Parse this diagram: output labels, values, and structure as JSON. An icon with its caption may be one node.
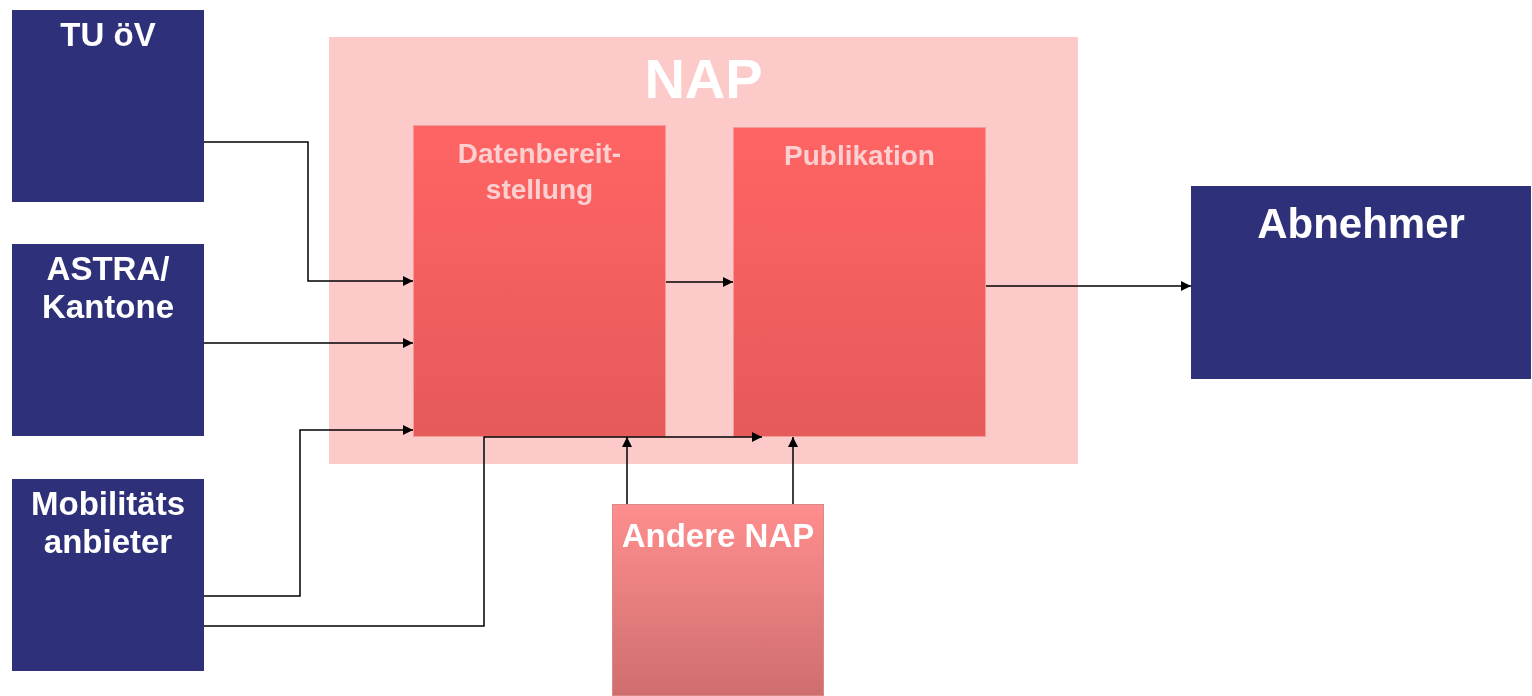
{
  "diagram": {
    "nodes": [
      {
        "text": [
          "TU öV"
        ]
      },
      {
        "text": [
          "ASTRA/ Kantone"
        ]
      },
      {
        "text": [
          "Mobilitäts anbieter"
        ]
      },
      {
        "text": [
          "NAP"
        ]
      },
      {
        "text": [
          "Datenbereit- stellung"
        ],
        "in": 3
      },
      {
        "text": [
          "Publikation"
        ],
        "in": 3
      },
      {
        "text": [
          "Abnehmer"
        ]
      },
      {
        "text": [
          "Andere NAP"
        ]
      }
    ],
    "edges": [
      {
        "from": 0,
        "to": 4,
        "arrow": "to"
      },
      {
        "from": 1,
        "to": 4,
        "arrow": "to"
      },
      {
        "from": 2,
        "to": 4,
        "arrow": "to"
      },
      {
        "from": 2,
        "to": 5,
        "arrow": "to"
      },
      {
        "from": 4,
        "to": 5,
        "arrow": "to"
      },
      {
        "from": 5,
        "to": 6,
        "arrow": "to"
      },
      {
        "from": 7,
        "to": 4,
        "arrow": "to"
      },
      {
        "from": 7,
        "to": 5,
        "arrow": "to"
      }
    ]
  }
}
